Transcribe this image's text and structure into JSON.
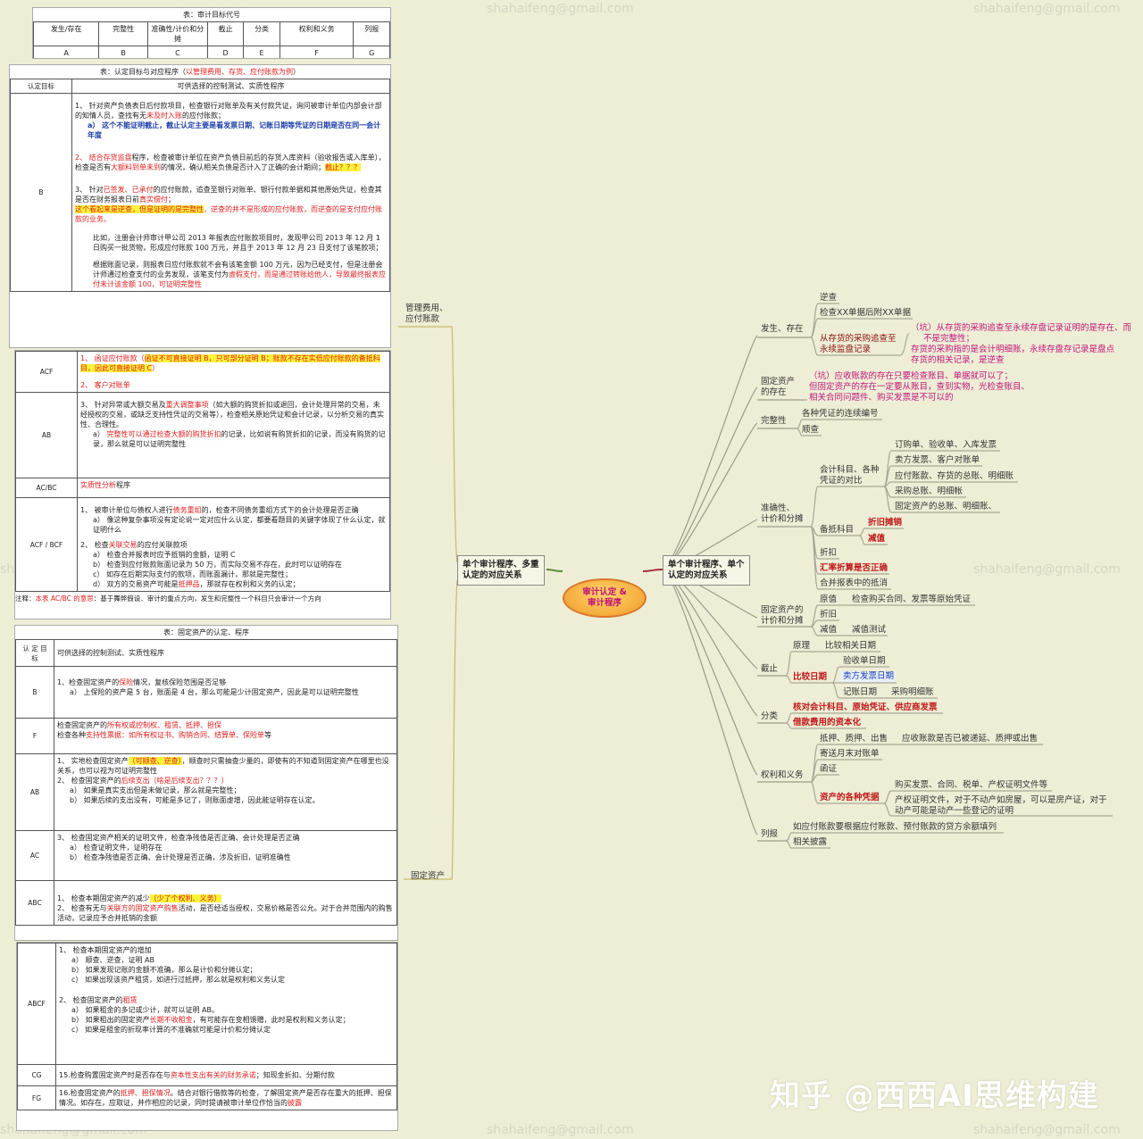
{
  "watermark": "shahaifeng@gmail.com",
  "brand": "知乎 @西西AI思维构建",
  "center": {
    "line1": "审计认定 &",
    "line2": "审计程序"
  },
  "left_main": {
    "line1": "单个审计程序、多重",
    "line2": "认定的对应关系"
  },
  "right_main": {
    "line1": "单个审计程序、单个",
    "line2": "认定的对应关系"
  },
  "left_labels": {
    "mgmt1": "管理费用、",
    "mgmt2": "应付账款",
    "fixed": "固定资产"
  },
  "code_table": {
    "caption": "表：审计目标代号",
    "headers": [
      "发生/存在",
      "完整性",
      "准确性/计价和分摊",
      "截止",
      "分类",
      "权利和义务",
      "列报"
    ],
    "codes": [
      "A",
      "B",
      "C",
      "D",
      "E",
      "F",
      "G"
    ]
  },
  "table1": {
    "caption_a": "表：认定目标与对应程序（",
    "caption_b": "以管理费用、存货、应付账款为例",
    "caption_c": "）",
    "h1": "认定目标",
    "h2": "可供选择的控制测试、实质性程序",
    "rowB": {
      "key": "B",
      "p1": "1、 针对资产负债表日后付款项目，检查银行对账单及有关付款凭证，询问被审计单位内部会计部的知情人员，查找有无",
      "p1r": "未及时入账",
      "p1b": "的应付账款；",
      "p1a": "a） 这个不能证明截止，截止认定主要是看发票日期、记账日期等凭证的日期是否在同一会计年度",
      "p2a": "2、 结合",
      "p2r": "存货监盘",
      "p2b": "程序，检查被审计单位在资产负债日前后的存货入库资料（验收报告或入库单），检查是否有",
      "p2r2": "大额料到单未到",
      "p2c": "的情况，确认相关负债是否计入了正确的会计期间；",
      "p2h": "截止？？？",
      "p3a": "3、 针对",
      "p3r": "已签发、已承付",
      "p3b": "的应付账款，追查至银行对账单、银行付款单据和其他原始凭证，检查其是否在财务报表日前",
      "p3r2": "真实偿付",
      "p3c": "；",
      "p3h": "这个看起来是逆查，但是证明的是完整性",
      "p3d": "，逆查的并不是形成的应付账款，而逆查的是支付应付账款的业务。",
      "p4": "比如，注册会计师审计甲公司 2013 年报表应付账款项目时，发现甲公司 2013 年 12 月 1 日购买一批货物，形成应付账款 100 万元，并且于 2013 年 12 月 23 日支付了该笔款项；",
      "p5a": "根据账面记录，则报表日应付账款就不会有该笔金额 100 万元，因为已经支付，但是注册会计师通过检查支付的业务发现，该笔支付为",
      "p5r": "虚假支付，而是通过转账给他人，导致最终报表应付未计该金额 100，可证明完整性"
    },
    "rowACF": {
      "key": "ACF",
      "p1a": "1、 函证应付账款（",
      "p1h": "函证不可直接证明 B，只可部分证明 B；账款不存在实低应付账款的备抵科目，因此可直接证明 C",
      "p1b": "）",
      "p2": "2、 客户对账单"
    },
    "rowAB": {
      "key": "AB",
      "p1a": "3、 针对异常或大额交易及",
      "p1r": "重大调整事项",
      "p1b": "（如大额的购货折扣或退回，会计处理异常的交易，未经授权的交易，或缺乏支持性凭证的交易等），检查相关原始凭证和会计记录，以分析交易的真实性、合理性。",
      "p1c": "a） ",
      "p1cr": "完整性可以通过检查大额的购货折扣",
      "p1cd": "的记录，比如说有购货折扣的记录，而没有购货的记录，那么就是可以证明完整性"
    },
    "rowACBC": {
      "key": "AC/BC",
      "p1r": "实质性分析",
      "p1b": "程序"
    },
    "rowACFBCF": {
      "key": "ACF / BCF",
      "p1a": "1、 被审计单位与债权人进行",
      "p1r": "债务重组",
      "p1b": "的，检查不同债务重组方式下的会计处理是否正确",
      "p1c": "a） 像这种复杂事项没有定论说一定对应什么认定，都要看题目的关键字体现了什么认定，就证明什么",
      "p2a": "2、 检查",
      "p2r": "关联交易",
      "p2b": "的应付关联款项",
      "p2c1": "a） 检查合并报表时应予抵销的金额，证明 C",
      "p2c2": "b） 检查到应付账款账面记录为 50 万，而实际交易不存在，此时可以证明存在",
      "p2c3": "c） 如存在后期实际支付的款项，而账面漏计，那就是完整性；",
      "p2c4a": "d） 双方的交易资产可能是",
      "p2c4r": "抵押品",
      "p2c4b": "，那就存在权利和义务的认定；"
    },
    "note_a": "注释：",
    "note_r": "本表 AC/BC 的意思",
    "note_b": "：基于舞弊假设、审计的重点方向，发生和完整性一个科目只会审计一个方向"
  },
  "table2": {
    "caption": "表：固定资产的认定、程序",
    "h1": "认 定 目 标",
    "h2": "可供选择的控制测试、实质性程序",
    "rowB": {
      "key": "B",
      "p1a": "1、检查固定资产的",
      "p1r": "保险",
      "p1b": "情况，复核保险范围是否足够",
      "p1c": "a） 上保险的资产是 5 台，账面是 4 台，那么可能是少计固定资产，因此是可以证明完整性"
    },
    "rowF": {
      "key": "F",
      "p1a": "检查固定资产的",
      "p1r": "所有权或控制权、租赁、抵押、担保",
      "p2a": "检查各种",
      "p2r": "支持性票据：如所有权证书、购销合同、结算单、保险单",
      "p2b": "等"
    },
    "rowAB": {
      "key": "AB",
      "p1a": "1、 实地检查固定资产",
      "p1h": "（可顺查、逆查）",
      "p1b": "，顺查时只需抽查少量的，即使有的不知道到固定资产在哪里也没关系，也可以视为可证明完整性",
      "p2a": "2、 检查固定资产的",
      "p2r": "后续支出（啥是后续支出？？？）",
      "p2c1": "a） 如果是真实支出但是未做记录，那么就是完整性；",
      "p2c2": "b） 如果后续的支出没有，可能是多记了，则账面虚增，因此能证明存在认定。"
    },
    "rowAC": {
      "key": "AC",
      "p1": "3、 检查固定资产相关的证明文件，检查净残值是否正确、会计处理是否正确",
      "p1a": "a） 检查证明文件，证明存在",
      "p1b": "b） 检查净残值是否正确、会计处理是否正确，涉及折旧，证明准确性"
    },
    "rowABC": {
      "key": "ABC",
      "p1a": "1、 检查本期固定资产的减少",
      "p1h": "（少了个权利、义务）",
      "p2a": "2、 检查有无与",
      "p2r": "关联方的固定资产购售",
      "p2b": "活动，是否经适当授权，交易价格是否公允。对于合并范围内的购售活动，记录应予合并抵销的金额"
    },
    "rowABCF": {
      "key": "ABCF",
      "p1": "1、 检查本期固定资产的增加",
      "p1a": "a） 顺查、逆查，证明 AB",
      "p1b": "b） 如果发现记账的金额不准确，那么是计价和分摊认定；",
      "p1c": "c） 如果出现该资产租赁，如进行过抵押，那么就是权利和义务认定",
      "p2a": "2、 检查固定资产的",
      "p2r": "租赁",
      "p2c1": "a） 如果租金的多记或少计，就可以证明 AB。",
      "p2c2a": "b） 如果租出的固定资产",
      "p2c2r": "长期不收租金",
      "p2c2b": "，有可能存在变相馈赠，此时是权利和义务认定；",
      "p2c3": "c） 如果是租金的折现率计算的不准确就可能是计价和分摊认定"
    },
    "rowCG": {
      "key": "CG",
      "p1a": "15.检查购置固定资产时是否存在与",
      "p1r": "资本性支出有关的财务承诺",
      "p1b": "；知现金折扣、分期付款"
    },
    "rowFG": {
      "key": "FG",
      "p1a": "16.检查固定资产的",
      "p1r": "抵押、担保情况",
      "p1b": "。结合对银行借款等的检查，了解固定资产是否存在重大的抵押、担保情况。如存在，应取证，并作相应的记录，同时提请被审计单位作恰当的",
      "p1r2": "披露"
    }
  },
  "mindmap": {
    "fasheng": "发生、存在",
    "nicha": "逆查",
    "jiancha_xx": "检查XX单据后附XX单据",
    "cong_cunhuo1": "从存货的采购追查至",
    "cong_cunhuo2": "永续监盘记录",
    "keng1_1": "（坑）从存货的采购追查至永续存盘记录证明的是存在、而",
    "keng1_2": "不是完整性；",
    "keng1_3": "存货的采购指的是会计明细账，永续存盘存记录是盘点",
    "keng1_4": "存货的相关记录，是逆查",
    "guding_cz1": "固定资产",
    "guding_cz2": "的存在",
    "keng2_1": "（坑）应收账款的存在只要检查账目、单据就可以了；",
    "keng2_2": "但固定资产的存在一定要从账目，查到实物，光检查账目、",
    "keng2_3": "相关合同问题件、购买发票是不可以的",
    "wanzhengxing": "完整性",
    "pingzheng": "各种凭证的连续编号",
    "shuncha": "顺查",
    "zhunque1": "准确性、",
    "zhunque2": "计价和分摊",
    "kuaiji1": "会计科目、各种",
    "kuaiji2": "凭证的对比",
    "dinggou": "订购单、验收单、入库发票",
    "maifang": "卖方发票、客户对账单",
    "yingfu": "应付账款、存货的总账、明细账",
    "caigou_zz": "采购总账、明细帐",
    "guding_zz": "固定资产的总账、明细账、",
    "beidi": "备抵科目",
    "zhejiu_tx": "折旧摊销",
    "jianzhi": "减值",
    "zhekou": "折扣",
    "huilv": "汇率折算是否正确",
    "hebing": "合并报表中的抵消",
    "guding_jj1": "固定资产的",
    "guding_jj2": "计价和分摊",
    "yuanzhi": "原值",
    "goumai": "检查购买合同、发票等原始凭证",
    "zhejiu": "折旧",
    "jianzhi2": "减值",
    "jianzhi_cs": "减值测试",
    "jiezhi": "截止",
    "yuanli": "原理",
    "bijiao_xg": "比较相关日期",
    "bijiao_rq": "比较日期",
    "yanshou_rq": "验收单日期",
    "maifang_rq": "卖方发票日期",
    "jizhang_rq": "记账日期",
    "caigou_mx": "采购明细账",
    "fenlei": "分类",
    "hedui": "核对会计科目、原始凭证、供应商发票",
    "jiekuan": "借款费用的资本化",
    "quanli": "权利和义务",
    "diya": "抵押、质押、出售",
    "yingshou": "应收账款是否已被递延、质押或出售",
    "jicun": "寄送月末对账单",
    "hanzheng": "函证",
    "zichan_pz": "资产的各种凭据",
    "goumai_fp": "购买发票、合同、税单、产权证明文件等",
    "chanquan1": "产权证明文件，对于不动产如房屋，可以是房产证，对于",
    "chanquan2": "动产可能是动产一些登记的证明",
    "liebao": "列报",
    "yingfu_lb": "如应付账款要根据应付账款、预付账款的贷方余额填列",
    "xiangguan": "相关披露"
  }
}
